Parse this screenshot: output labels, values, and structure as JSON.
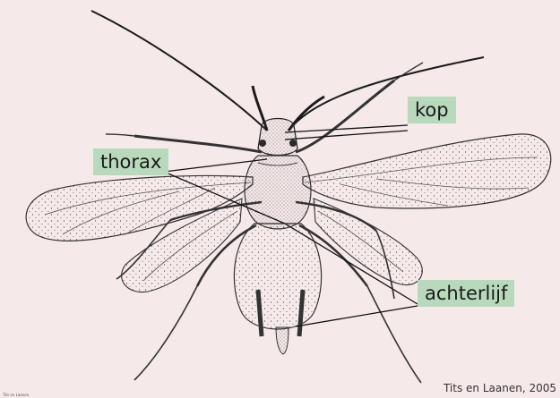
{
  "labels": {
    "head": "kop",
    "thorax": "thorax",
    "abdomen": "achterlijf"
  },
  "credit": "Tits en Laanen, 2005",
  "corner_mark": "Tits en Laanen",
  "colors": {
    "background": "#f6e9ea",
    "label_background": "#b9d9bd",
    "ink": "#222222"
  }
}
